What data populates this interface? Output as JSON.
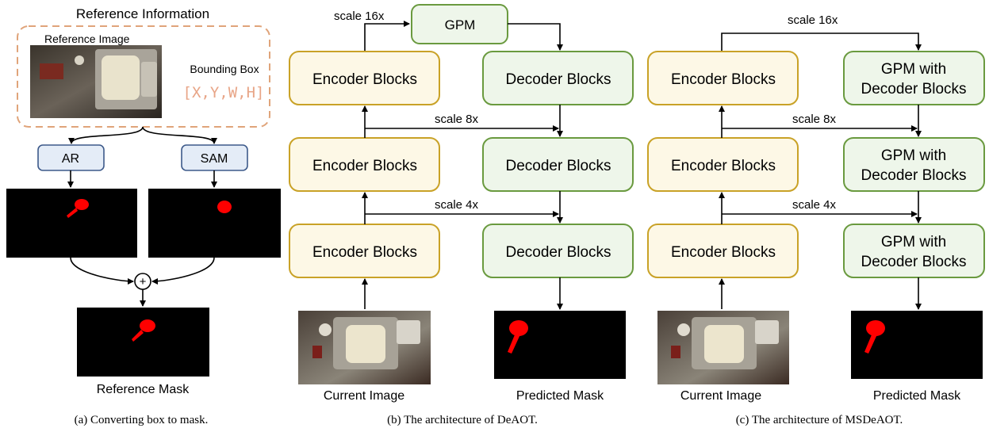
{
  "panel_a": {
    "reference_info_title": "Reference Information",
    "reference_image_label": "Reference Image",
    "bounding_box_label": "Bounding Box",
    "bounding_box_value": "[X,Y,W,H]",
    "ar_label": "AR",
    "sam_label": "SAM",
    "plus_symbol": "+",
    "reference_mask_label": "Reference Mask",
    "caption": "(a) Converting box to mask."
  },
  "panel_b": {
    "gpm_label": "GPM",
    "encoder_label": "Encoder Blocks",
    "decoder_label": "Decoder Blocks",
    "scale_16": "scale 16x",
    "scale_8": "scale 8x",
    "scale_4": "scale 4x",
    "current_image_label": "Current Image",
    "predicted_mask_label": "Predicted Mask",
    "caption": "(b) The architecture of DeAOT."
  },
  "panel_c": {
    "encoder_label": "Encoder Blocks",
    "gpm_decoder_line1": "GPM with",
    "gpm_decoder_line2": "Decoder Blocks",
    "scale_16": "scale 16x",
    "scale_8": "scale 8x",
    "scale_4": "scale 4x",
    "current_image_label": "Current Image",
    "predicted_mask_label": "Predicted Mask",
    "caption": "(c) The architecture of MSDeAOT."
  },
  "colors": {
    "encoder_border": "#c9a227",
    "encoder_fill": "#fdf8e6",
    "decoder_border": "#6a9a3f",
    "decoder_fill": "#eef6ea",
    "ar_sam_border": "#3d5a8a",
    "ar_sam_fill": "#e4ecf7",
    "dashed_border": "#e0a47a",
    "bbox_text": "#e8a587",
    "mask_red": "#ff0000"
  }
}
